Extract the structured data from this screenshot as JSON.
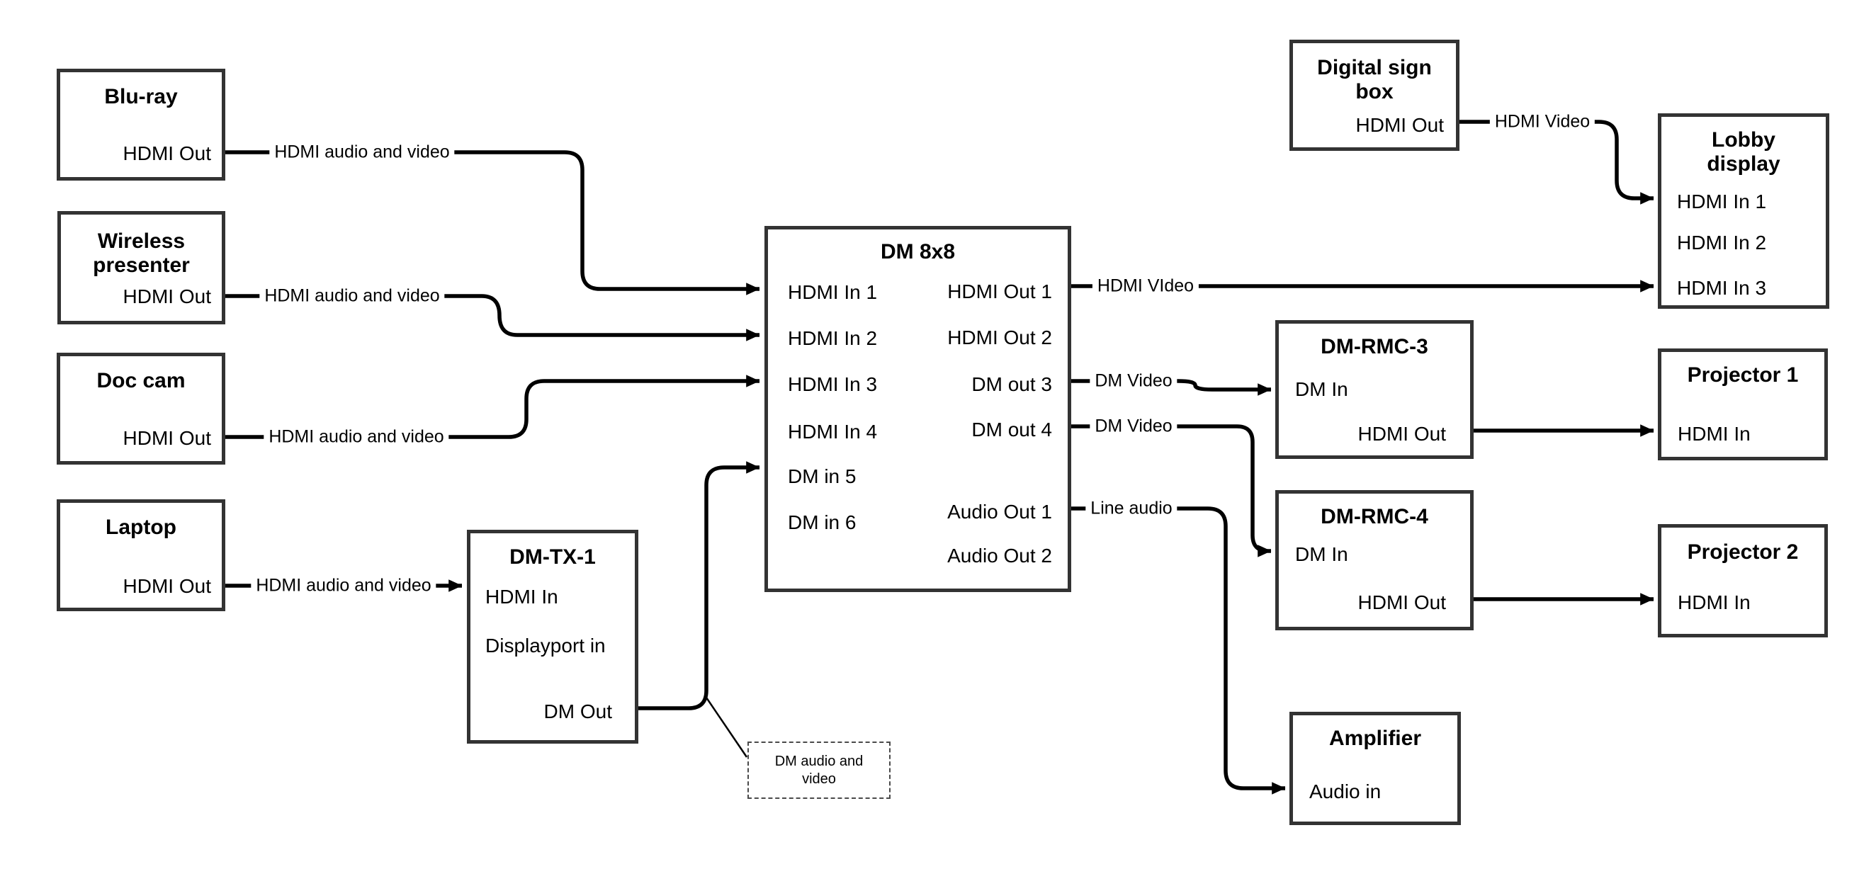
{
  "colors": {
    "background": "#ffffff",
    "box_border": "#333333",
    "wire": "#000000",
    "text": "#000000"
  },
  "devices": {
    "bluray": {
      "title": "Blu-ray",
      "ports": {
        "hdmi_out": "HDMI Out"
      }
    },
    "wireless": {
      "title": "Wireless presenter",
      "ports": {
        "hdmi_out": "HDMI Out"
      }
    },
    "doc_cam": {
      "title": "Doc cam",
      "ports": {
        "hdmi_out": "HDMI Out"
      }
    },
    "laptop": {
      "title": "Laptop",
      "ports": {
        "hdmi_out": "HDMI Out"
      }
    },
    "dm_tx_1": {
      "title": "DM-TX-1",
      "ports": {
        "hdmi_in": "HDMI In",
        "displayport_in": "Displayport in",
        "dm_out": "DM Out"
      }
    },
    "dm_8x8": {
      "title": "DM 8x8",
      "inputs": [
        "HDMI In 1",
        "HDMI In 2",
        "HDMI In 3",
        "HDMI In 4",
        "DM in 5",
        "DM in 6"
      ],
      "outputs": [
        "HDMI Out 1",
        "HDMI Out 2",
        "DM out 3",
        "DM out 4",
        "Audio Out 1",
        "Audio Out 2"
      ]
    },
    "digital_sign_box": {
      "title": "Digital sign box",
      "ports": {
        "hdmi_out": "HDMI Out"
      }
    },
    "lobby_display": {
      "title": "Lobby display",
      "inputs": [
        "HDMI In 1",
        "HDMI In 2",
        "HDMI In 3"
      ]
    },
    "dm_rmc_3": {
      "title": "DM-RMC-3",
      "ports": {
        "dm_in": "DM In",
        "hdmi_out": "HDMI Out"
      }
    },
    "projector_1": {
      "title": "Projector 1",
      "ports": {
        "hdmi_in": "HDMI In"
      }
    },
    "dm_rmc_4": {
      "title": "DM-RMC-4",
      "ports": {
        "dm_in": "DM In",
        "hdmi_out": "HDMI Out"
      }
    },
    "projector_2": {
      "title": "Projector 2",
      "ports": {
        "hdmi_in": "HDMI In"
      }
    },
    "amplifier": {
      "title": "Amplifier",
      "ports": {
        "audio_in": "Audio in"
      }
    }
  },
  "wire_labels": {
    "bluray_hdmi": "HDMI audio and video",
    "wireless_hdmi": "HDMI audio and video",
    "doccam_hdmi": "HDMI audio and video",
    "laptop_hdmi": "HDMI audio and video",
    "hdmi_out_1": "HDMI VIdeo",
    "dm_out_3": "DM Video",
    "dm_out_4": "DM Video",
    "audio_out_1": "Line audio",
    "digital_sign": "HDMI Video"
  },
  "annotation": {
    "text": "DM audio and video"
  },
  "connections": [
    {
      "from": "Blu-ray HDMI Out",
      "to": "DM 8x8 HDMI In 1",
      "label": "HDMI audio and video"
    },
    {
      "from": "Wireless presenter HDMI Out",
      "to": "DM 8x8 HDMI In 2",
      "label": "HDMI audio and video"
    },
    {
      "from": "Doc cam HDMI Out",
      "to": "DM 8x8 HDMI In 3",
      "label": "HDMI audio and video"
    },
    {
      "from": "Laptop HDMI Out",
      "to": "DM-TX-1 HDMI In",
      "label": "HDMI audio and video"
    },
    {
      "from": "DM-TX-1 DM Out",
      "to": "DM 8x8 DM in 5",
      "label": "DM audio and video"
    },
    {
      "from": "DM 8x8 HDMI Out 1",
      "to": "Lobby display HDMI In 3",
      "label": "HDMI VIdeo"
    },
    {
      "from": "DM 8x8 DM out 3",
      "to": "DM-RMC-3 DM In",
      "label": "DM Video"
    },
    {
      "from": "DM 8x8 DM out 4",
      "to": "DM-RMC-4 DM In",
      "label": "DM Video"
    },
    {
      "from": "DM 8x8 Audio Out 1",
      "to": "Amplifier Audio in",
      "label": "Line audio"
    },
    {
      "from": "Digital sign box HDMI Out",
      "to": "Lobby display HDMI In 1",
      "label": "HDMI Video"
    },
    {
      "from": "DM-RMC-3 HDMI Out",
      "to": "Projector 1 HDMI In",
      "label": ""
    },
    {
      "from": "DM-RMC-4 HDMI Out",
      "to": "Projector 2 HDMI In",
      "label": ""
    }
  ]
}
